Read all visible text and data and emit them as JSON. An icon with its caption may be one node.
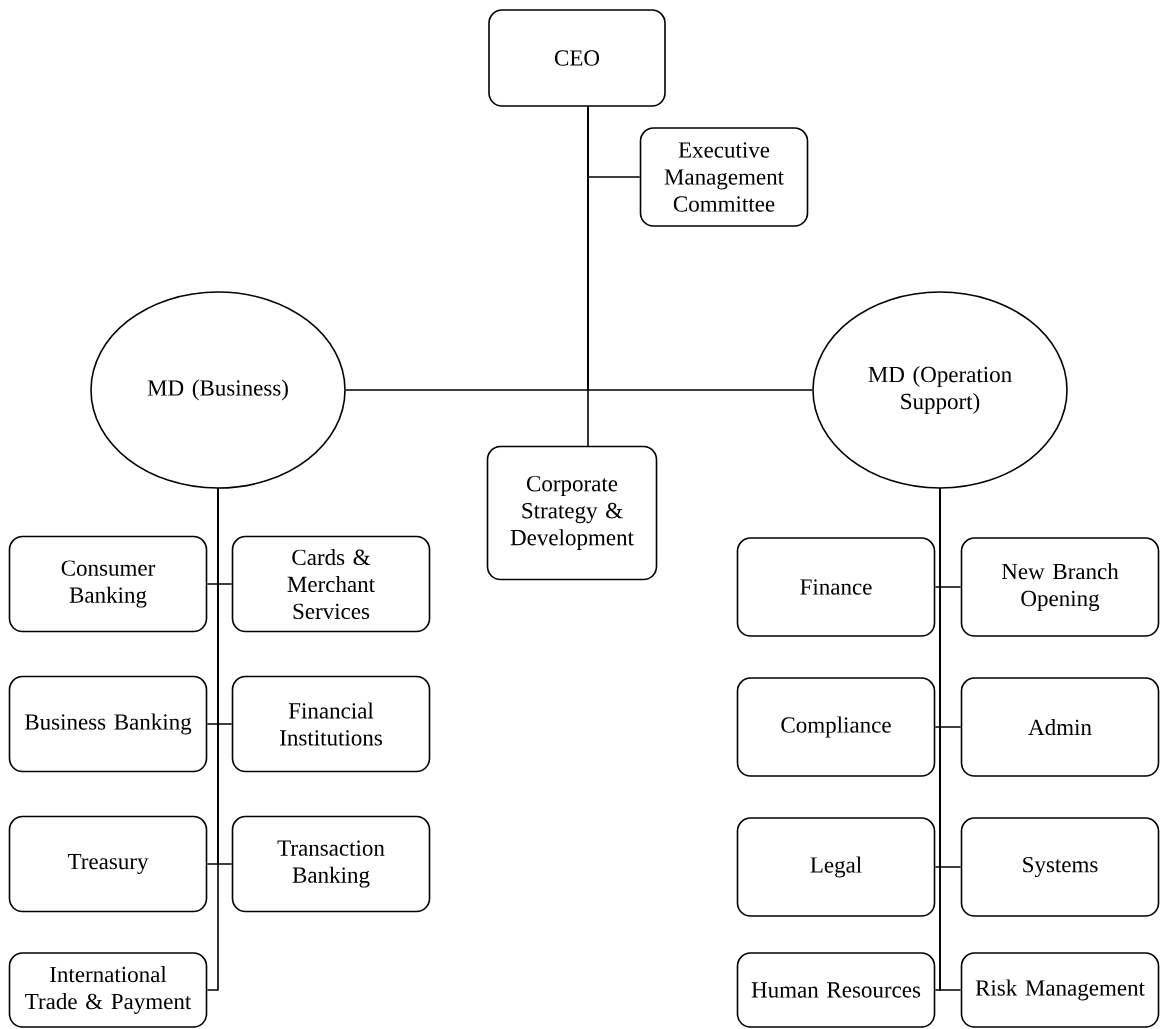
{
  "diagram": {
    "nodes": [
      {
        "text": [
          "CEO"
        ]
      },
      {
        "text": [
          "Executive Management Committee"
        ]
      },
      {
        "text": [
          "MD (Business)"
        ]
      },
      {
        "text": [
          "Corporate Strategy & Development"
        ]
      },
      {
        "text": [
          "MD (Operation Support)"
        ]
      },
      {
        "text": [
          "Consumer Banking"
        ]
      },
      {
        "text": [
          "Cards & Merchant Services"
        ]
      },
      {
        "text": [
          "Business Banking"
        ]
      },
      {
        "text": [
          "Financial Institutions"
        ]
      },
      {
        "text": [
          "Treasury"
        ]
      },
      {
        "text": [
          "Transaction Banking"
        ]
      },
      {
        "text": [
          "International Trade & Payment"
        ]
      },
      {
        "text": [
          "Finance"
        ]
      },
      {
        "text": [
          "New Branch Opening"
        ]
      },
      {
        "text": [
          "Compliance"
        ]
      },
      {
        "text": [
          "Admin"
        ]
      },
      {
        "text": [
          "Legal"
        ]
      },
      {
        "text": [
          "Systems"
        ]
      },
      {
        "text": [
          "Human Resources"
        ]
      },
      {
        "text": [
          "Risk Management"
        ]
      }
    ],
    "edges": [
      {
        "from": 0,
        "to": 1,
        "arrow": "none"
      },
      {
        "from": 0,
        "to": 2,
        "arrow": "none"
      },
      {
        "from": 0,
        "to": 3,
        "arrow": "none"
      },
      {
        "from": 0,
        "to": 4,
        "arrow": "none"
      },
      {
        "from": 2,
        "to": 5,
        "arrow": "none"
      },
      {
        "from": 2,
        "to": 6,
        "arrow": "none"
      },
      {
        "from": 2,
        "to": 7,
        "arrow": "none"
      },
      {
        "from": 2,
        "to": 8,
        "arrow": "none"
      },
      {
        "from": 2,
        "to": 9,
        "arrow": "none"
      },
      {
        "from": 2,
        "to": 10,
        "arrow": "none"
      },
      {
        "from": 2,
        "to": 11,
        "arrow": "none"
      },
      {
        "from": 4,
        "to": 12,
        "arrow": "none"
      },
      {
        "from": 4,
        "to": 13,
        "arrow": "none"
      },
      {
        "from": 4,
        "to": 14,
        "arrow": "none"
      },
      {
        "from": 4,
        "to": 15,
        "arrow": "none"
      },
      {
        "from": 4,
        "to": 16,
        "arrow": "none"
      },
      {
        "from": 4,
        "to": 17,
        "arrow": "none"
      },
      {
        "from": 4,
        "to": 18,
        "arrow": "none"
      },
      {
        "from": 4,
        "to": 19,
        "arrow": "none"
      }
    ]
  }
}
